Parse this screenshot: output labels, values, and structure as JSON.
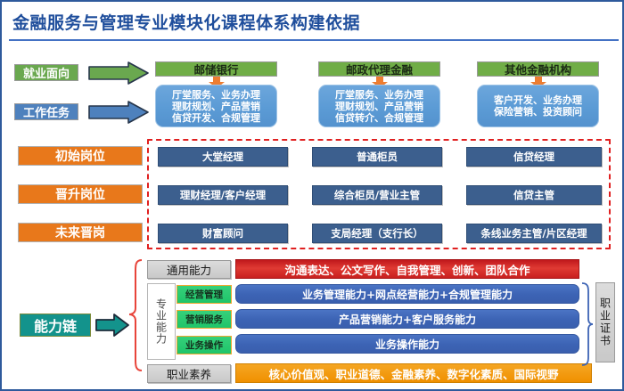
{
  "page": {
    "title": "金融服务与管理专业模块化课程体系构建依据",
    "title_color": "#1F4E9C",
    "border_color": "#2E5A9C"
  },
  "row_labels": {
    "employment": "就业面向",
    "work_tasks": "工作任务",
    "initial_post": "初始岗位",
    "promotion_post": "晋升岗位",
    "future_post": "未来晋岗",
    "ability_chain": "能力链"
  },
  "columns": [
    {
      "header": "邮储银行",
      "tasks": [
        "厅堂服务、业务办理",
        "理财规划、产品营销",
        "信贷开发、合规管理"
      ],
      "initial_post": "大堂经理",
      "promotion_post": "理财经理/客户经理",
      "future_post": "财富顾问"
    },
    {
      "header": "邮政代理金融",
      "tasks": [
        "厅堂服务、业务办理",
        "理财规划、产品营销",
        "信贷转介、合规管理"
      ],
      "initial_post": "普通柜员",
      "promotion_post": "综合柜员/营业主管",
      "future_post": "支局经理（支行长）"
    },
    {
      "header": "其他金融机构",
      "tasks": [
        "客户开发、业务办理",
        "保险营销、投资顾问"
      ],
      "initial_post": "信贷经理",
      "promotion_post": "信贷主管",
      "future_post": "条线业务主管/片区经理"
    }
  ],
  "ability": {
    "general_label": "通用能力",
    "professional_label": "专业能力",
    "quality_label": "职业素养",
    "certificate_label": "职业证书",
    "professional_tags": [
      "经营管理",
      "营销服务",
      "业务操作"
    ],
    "bars": [
      {
        "text": "沟通表达、公文写作、自我管理、创新、团队合作",
        "style": "red"
      },
      {
        "text": "业务管理能力+网点经营能力+合规管理能力",
        "style": "blue"
      },
      {
        "text": "产品营销能力+客户服务能力",
        "style": "blue"
      },
      {
        "text": "业务操作能力",
        "style": "blue"
      },
      {
        "text": "核心价值观、职业道德、金融素养、数字化素质、国际视野",
        "style": "orange"
      }
    ]
  },
  "colors": {
    "green": "#70AD47",
    "blue": "#5B9BD5",
    "orange": "#E8781B",
    "dark_blue": "#3C5F8E",
    "teal": "#13938C",
    "red_dash": "#E02020",
    "bar_red": "#C8201F",
    "bar_blue": "#3C63B4",
    "bar_orange": "#F09000"
  },
  "icons": {
    "right_arrow": "arrow-right-icon",
    "down_arrow": "arrow-down-icon",
    "brace": "curly-brace-icon"
  }
}
